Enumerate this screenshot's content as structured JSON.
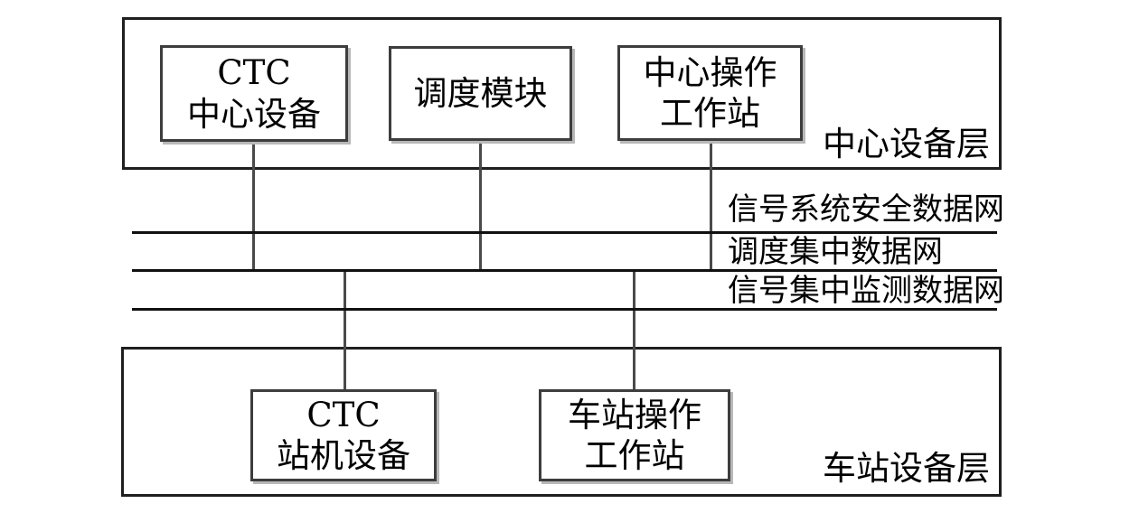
{
  "diagram": {
    "center_layer": {
      "label": "中心设备层",
      "boxes": [
        {
          "lines": [
            "CTC",
            "中心设备"
          ]
        },
        {
          "lines": [
            "调度模块"
          ]
        },
        {
          "lines": [
            "中心操作",
            "工作站"
          ]
        }
      ]
    },
    "networks": [
      {
        "label": "信号系统安全数据网"
      },
      {
        "label": "调度集中数据网"
      },
      {
        "label": "信号集中监测数据网"
      }
    ],
    "station_layer": {
      "label": "车站设备层",
      "boxes": [
        {
          "lines": [
            "CTC",
            "站机设备"
          ]
        },
        {
          "lines": [
            "车站操作",
            "工作站"
          ]
        }
      ]
    },
    "colors": {
      "background": "#ffffff",
      "box_border": "#1f1f1f",
      "inner_box_border": "#3d3d3d",
      "network_line": "#111111",
      "connector": "#4a4a4a",
      "text": "#000000"
    }
  }
}
